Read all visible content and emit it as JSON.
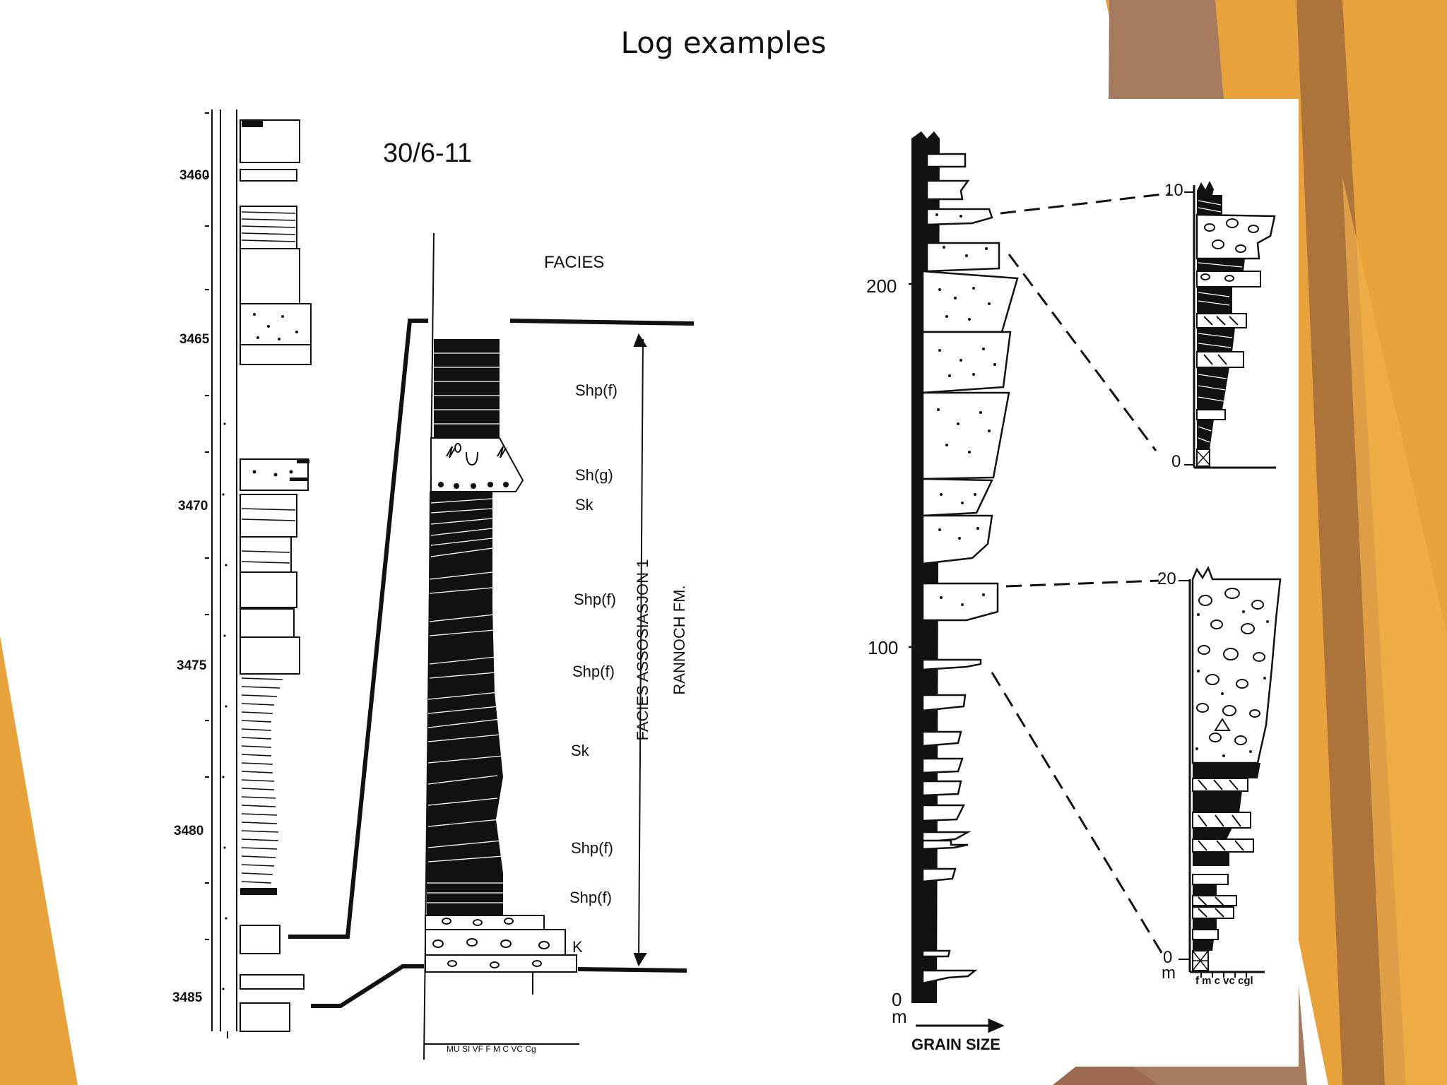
{
  "slide": {
    "title": "Log examples",
    "colors": {
      "orange": "#e8a23c",
      "brown": "#9c6b4f",
      "ink": "#111111"
    }
  },
  "left_log": {
    "well_id": "30/6-11",
    "depths": [
      "3460",
      "3465",
      "3470",
      "3475",
      "3480",
      "3485"
    ],
    "facies_header": "FACIES",
    "facies": [
      "Shp(f)",
      "Sh(g)",
      "Sk",
      "Shp(f)",
      "Shp(f)",
      "Sk",
      "Shp(f)",
      "Shp(f)",
      "K"
    ],
    "association_label": "FACIES ASSOSIASJON 1",
    "formation_label": "RANNOCH FM.",
    "grain_scale": "MU SI VF F M C VC Cg"
  },
  "right_log": {
    "main_ticks": [
      "200",
      "100",
      "0"
    ],
    "unit": "m",
    "x_axis_label": "GRAIN SIZE",
    "detail_top_ticks": [
      "10",
      "0"
    ],
    "detail_bottom_ticks": [
      "20",
      "0"
    ],
    "detail_unit": "m",
    "detail_scale": "f m c vc cgl"
  }
}
